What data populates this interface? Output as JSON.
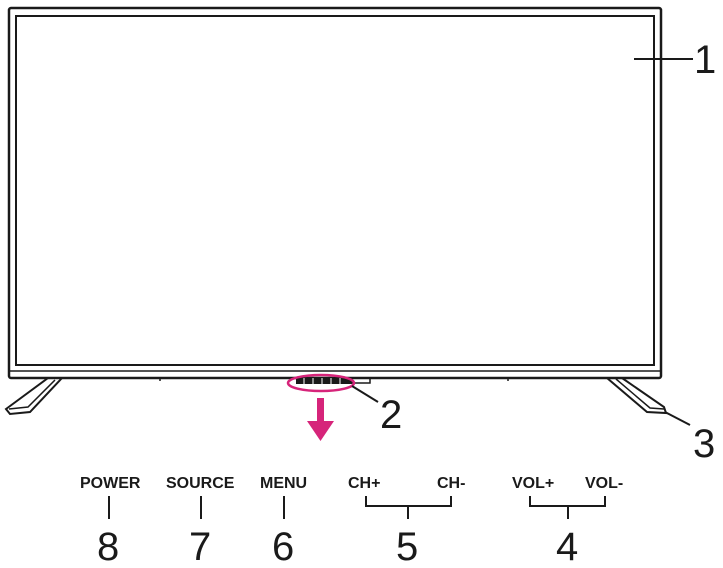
{
  "callouts": {
    "screen": "1",
    "control_panel": "2",
    "stand": "3",
    "volume": "4",
    "channel": "5",
    "menu": "6",
    "source": "7",
    "power": "8"
  },
  "buttons": {
    "power": "POWER",
    "source": "SOURCE",
    "menu": "MENU",
    "ch_plus": "CH+",
    "ch_minus": "CH-",
    "vol_plus": "VOL+",
    "vol_minus": "VOL-"
  },
  "colors": {
    "highlight": "#d6247a",
    "outline": "#1a1a1a"
  }
}
